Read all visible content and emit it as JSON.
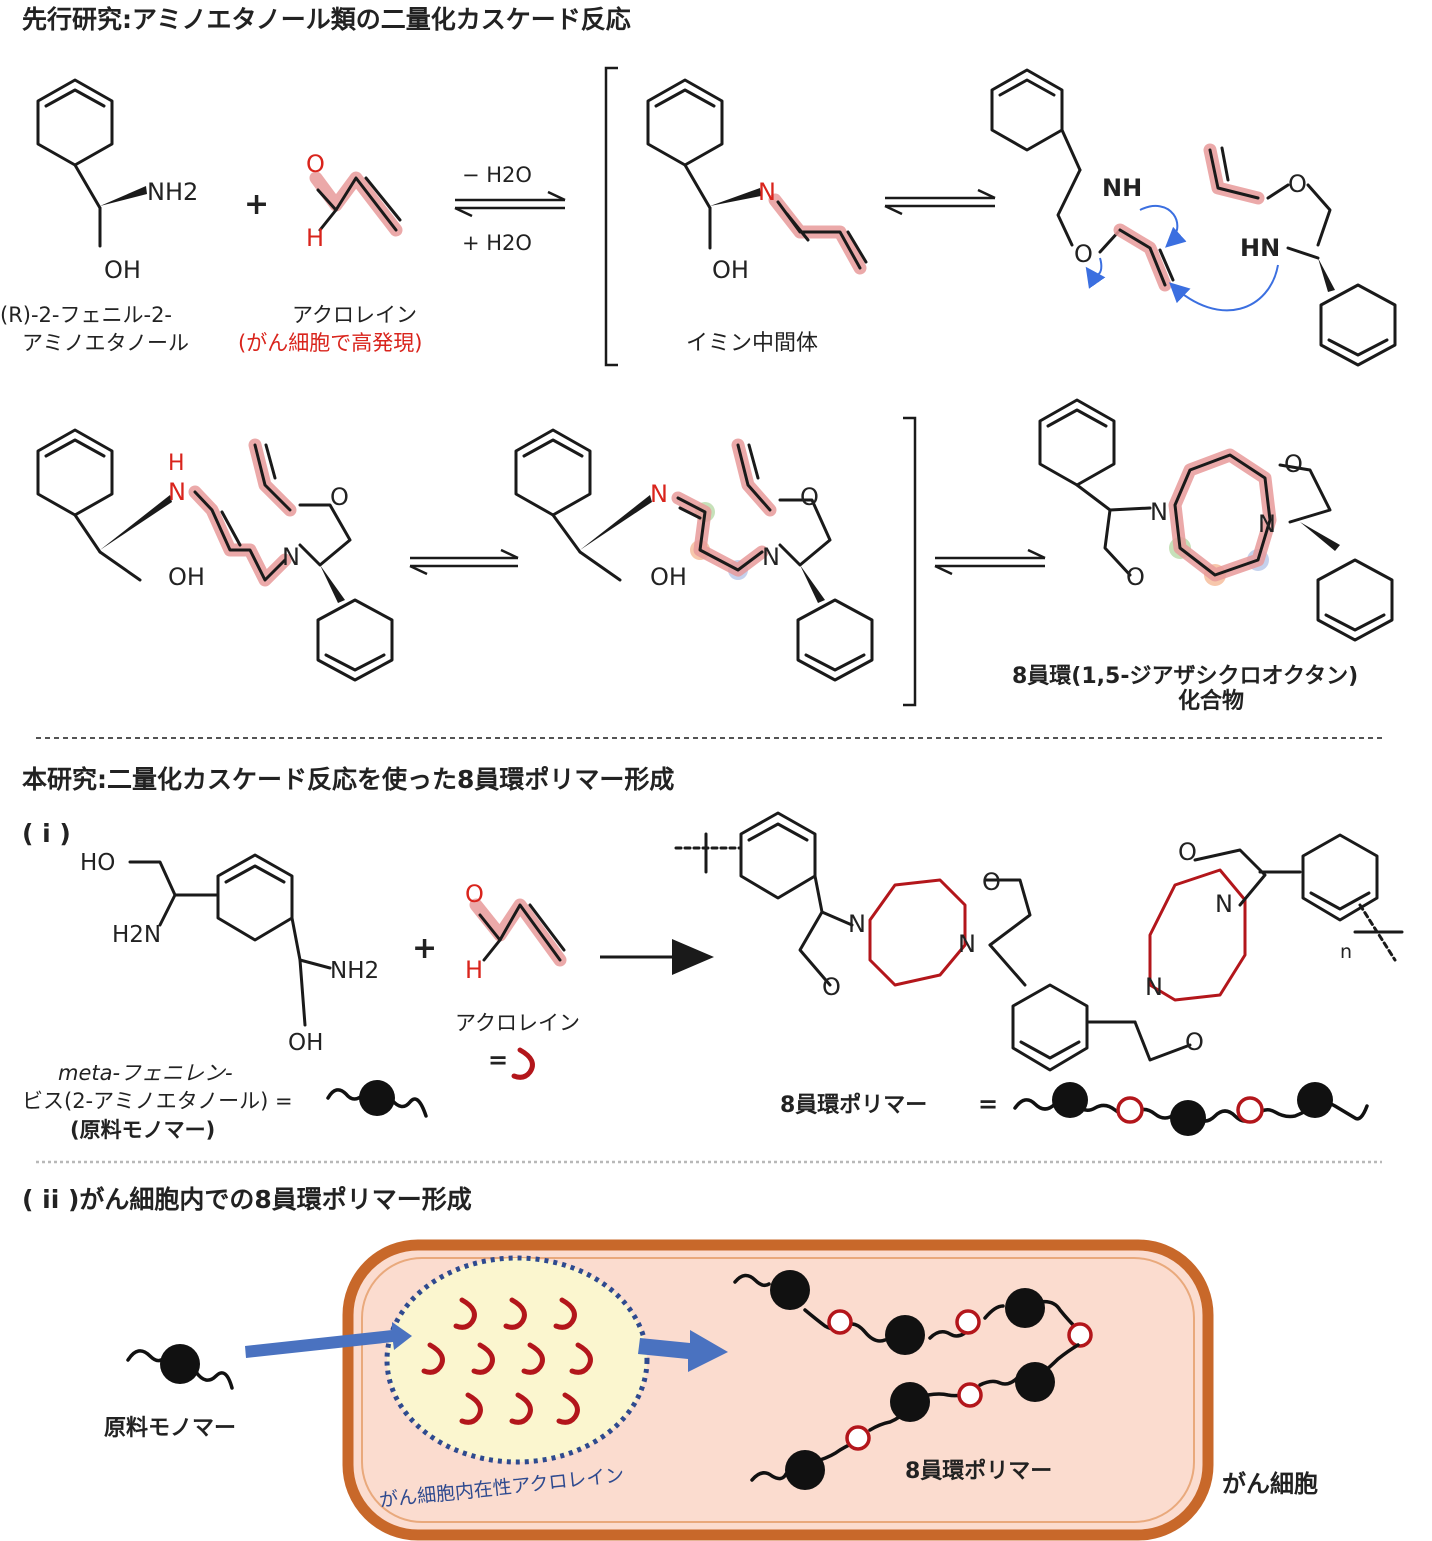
{
  "prior": {
    "title": "先行研究:アミノエタノール類の二量化カスケード反応",
    "aminoethanol_label_1": "(R)-2-フェニル-2-",
    "aminoethanol_label_2": "アミノエタノール",
    "acrolein_label": "アクロレイン",
    "acrolein_note": "(がん細胞で高発現)",
    "minus_water": "− H2O",
    "plus_water": "+ H2O",
    "imine_label": "イミン中間体",
    "plus": "+",
    "ring_label_1": "8員環(1,5-ジアザシクロオクタン)",
    "ring_label_2": "化合物",
    "atoms": {
      "nh2": "NH2",
      "oh": "OH",
      "o": "O",
      "h": "H",
      "n": "N",
      "nh": "NH",
      "hn": "HN"
    }
  },
  "present": {
    "title": "本研究:二量化カスケード反応を使った8員環ポリマー形成",
    "part_i": "( i )",
    "monomer_label_1": "meta-フェニレン-",
    "monomer_label_2": "ビス(2-アミノエタノール) =",
    "monomer_label_3": "(原料モノマー)",
    "acrolein_label": "アクロレイン",
    "equals": "=",
    "polymer_label": "8員環ポリマー",
    "n_label": "n",
    "atoms": {
      "ho": "HO",
      "h2n": "H2N",
      "nh2": "NH2",
      "oh": "OH"
    }
  },
  "cell": {
    "part_ii": "( ii )がん細胞内での8員環ポリマー形成",
    "monomer_label": "原料モノマー",
    "acrolein_in_cell": "がん細胞内在性アクロレイン",
    "polymer_label": "8員環ポリマー",
    "cell_label": "がん細胞"
  },
  "colors": {
    "highlight": "#e79a9a",
    "acrolein_red": "#b3161b",
    "arrow_blue": "#4a72c0",
    "cell_fill": "#fbdccf",
    "cell_border": "#c8682a",
    "vesicle_fill": "#fbf6cf",
    "vesicle_border": "#2e4a8f"
  }
}
